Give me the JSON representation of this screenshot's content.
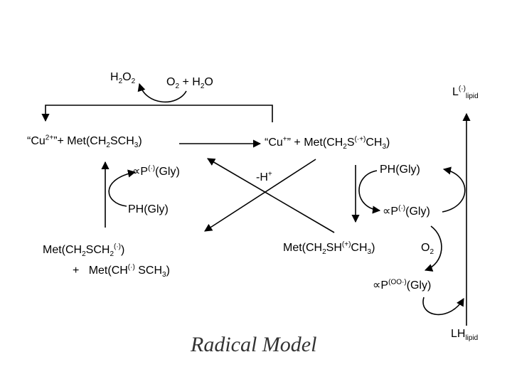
{
  "title": "Radical Model",
  "species": {
    "h2o2": {
      "main": "H",
      "sub1": "2",
      "mid": "O",
      "sub2": "2"
    },
    "o2_h2o": {
      "a": "O",
      "sub_a": "2",
      "b": " + H",
      "sub_b": "2",
      "c": "O"
    },
    "l_lipid": {
      "main": "L",
      "sup": "(·)",
      "sub": "lipid"
    },
    "cu2": {
      "a": "“Cu",
      "sup": "2+",
      "b": "”+ Met(CH",
      "sub1": "2",
      "c": "SCH",
      "sub2": "3",
      "d": ")"
    },
    "cu1": {
      "a": "“Cu",
      "sup1": "+",
      "b": "” + Met(CH",
      "sub1": "2",
      "c": "S",
      "sup2": "(·+)",
      "d": "CH",
      "sub2": "3",
      "e": ")"
    },
    "alphaP_left": {
      "a": "∝P",
      "sup": "(·)",
      "b": "(Gly)"
    },
    "minus_h": {
      "a": "-H",
      "sup": "+"
    },
    "ph_gly_right": {
      "text": "PH(Gly)"
    },
    "ph_gly_left": {
      "text": "PH(Gly)"
    },
    "alphaP_right": {
      "a": "∝P",
      "sup": "(·)",
      "b": "(Gly)"
    },
    "met_ch2sch2": {
      "a": "Met(CH",
      "sub1": "2",
      "b": "SCH",
      "sub2": "2",
      "sup": "(·)",
      "c": ")"
    },
    "met_ch2sh": {
      "a": "Met(CH",
      "sub1": "2",
      "b": "SH",
      "sup": "(+)",
      "c": "CH",
      "sub2": "3",
      "d": ")"
    },
    "o2_right": {
      "a": "O",
      "sub": "2"
    },
    "plus_met_ch": {
      "plus": "+",
      "a": "Met(CH",
      "sup": "(·)",
      "b": " SCH",
      "sub": "3",
      "c": ")"
    },
    "alphaP_oo": {
      "a": "∝P",
      "sup": "(OO·)",
      "b": "(Gly)"
    },
    "lh_lipid": {
      "main": "LH",
      "sub": "lipid"
    }
  },
  "colors": {
    "ink": "#000000",
    "title": "#333333",
    "background": "#ffffff"
  }
}
